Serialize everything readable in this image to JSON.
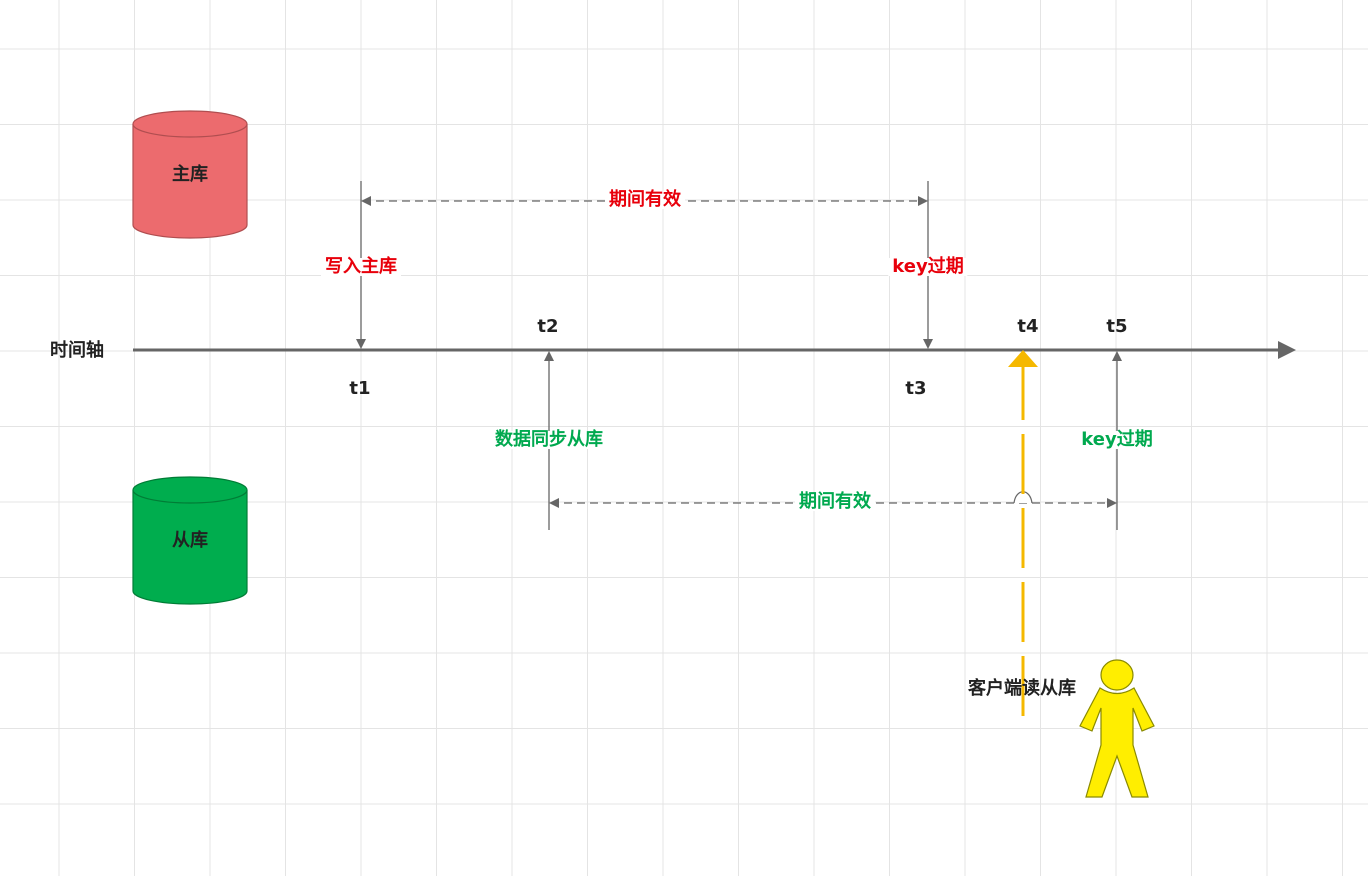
{
  "colors": {
    "master": "#ec6b6e",
    "slave": "#00ad4e",
    "red_text": "#e8000b",
    "green_text": "#00a94f",
    "axis": "#666666",
    "client_arrow": "#f5b800",
    "person": "#ffee00"
  },
  "nodes": {
    "master_db": "主库",
    "slave_db": "从库",
    "client": "客户端读从库"
  },
  "timeline": {
    "label": "时间轴",
    "ticks": [
      "t1",
      "t2",
      "t3",
      "t4",
      "t5"
    ]
  },
  "events": {
    "write_master": "写入主库",
    "master_key_expire": "key过期",
    "sync_slave": "数据同步从库",
    "slave_key_expire": "key过期"
  },
  "intervals": {
    "master_valid": "期间有效",
    "slave_valid": "期间有效"
  },
  "icons": {
    "master_shape": "cylinder-icon",
    "slave_shape": "cylinder-icon",
    "client_shape": "person-icon"
  }
}
